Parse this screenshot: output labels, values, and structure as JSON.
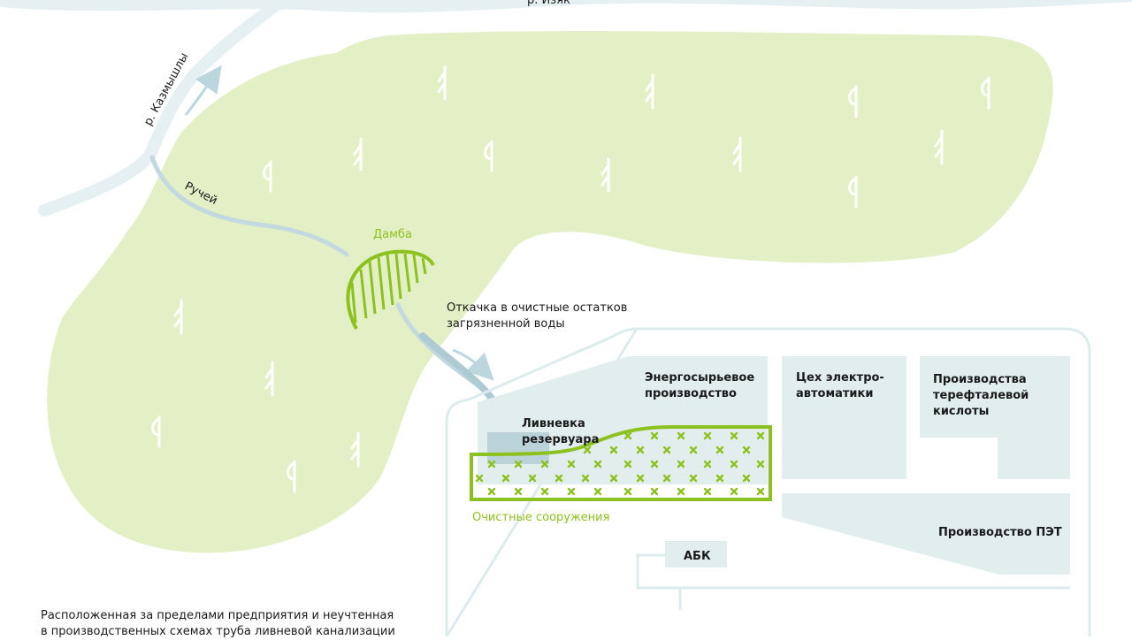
{
  "map": {
    "colors": {
      "forest": "#e3efc4",
      "water": "#cfe2e6",
      "water_light": "#e6f0f2",
      "building": "#e2edee",
      "accent_green": "#8cc21f",
      "outline": "#d7e7e9"
    },
    "labels": {
      "river_top": "р. Изяк",
      "river_left": "р. Казмышлы",
      "stream": "Ручей",
      "dam": "Дамба",
      "pumping_line1": "Откачка в очистные остатков",
      "pumping_line2": "загрязненной воды",
      "storm_tank_line1": "Ливневка",
      "storm_tank_line2": "резервуара",
      "treatment": "Очистные сооружения"
    },
    "buildings": {
      "energy_line1": "Энергосырьевое",
      "energy_line2": "производство",
      "automation_line1": "Цех электро-",
      "automation_line2": "автоматики",
      "terephthalic_line1": "Производства",
      "terephthalic_line2": "терефталевой",
      "terephthalic_line3": "кислоты",
      "pet": "Производство ПЭТ",
      "abk": "АБК"
    },
    "note": {
      "line1": "Расположенная за пределами предприятия и неучтенная",
      "line2": "в производственных схемах труба ливневой канализации"
    }
  }
}
